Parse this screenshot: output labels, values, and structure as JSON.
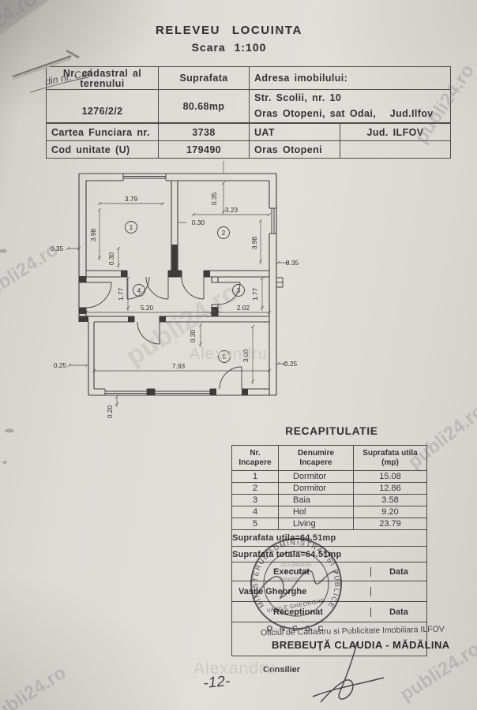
{
  "watermarks": {
    "site": "publi24.ro",
    "name": "Alexandru"
  },
  "header": {
    "title": "RELEVEU LOCUINTA",
    "scale": "Scara 1:100"
  },
  "info_table": {
    "nr_cadastral_label_l1": "Nr. cadastral al",
    "nr_cadastral_label_l2": "terenului",
    "nr_cadastral_handwriting": "din nr. Cad",
    "nr_cadastral_value": "1276/2/2",
    "suprafata_label": "Suprafata",
    "suprafata_value": "80.68mp",
    "adresa_label": "Adresa imobilului:",
    "adresa_line1": "Str. Scolii, nr. 10",
    "adresa_line2": "Oras Otopeni, sat Odai,   Jud.Ilfov",
    "cartea_funciara_label": "Cartea Funciara nr.",
    "cartea_funciara_value": "3738",
    "uat_label": "UAT",
    "uat_value": "Jud. ILFOV",
    "cod_unitate_label": "Cod unitate (U)",
    "cod_unitate_value": "179490",
    "oras_value": "Oras Otopeni"
  },
  "floor_plan": {
    "room_labels": [
      "1",
      "2",
      "3",
      "4",
      "5"
    ],
    "dims": {
      "room1_w": "3.79",
      "room1_h": "3.98",
      "room1_inner": "0.30",
      "top_wall": "0.35",
      "room2_gap": "0.30",
      "room2_w": "3.23",
      "room2_h": "3.98",
      "left_wall": "0.35",
      "right_wall": "0.35",
      "hol_w": "5.20",
      "hol_h": "1.77",
      "baia_w": "2.02",
      "baia_h": "1.77",
      "living_gap": "0.30",
      "living_w": "7.93",
      "living_h": "3.00",
      "left_wall2": "0.25",
      "right_wall2": "0.25",
      "bottom_wall": "0.20"
    }
  },
  "recap": {
    "title": "RECAPITULATIE",
    "headers": [
      [
        "Nr.",
        "Incapere"
      ],
      [
        "Denumire",
        "Incapere"
      ],
      [
        "Suprafata utila",
        "(mp)"
      ]
    ],
    "rows": [
      {
        "nr": "1",
        "den": "Dormitor",
        "sup": "15.08"
      },
      {
        "nr": "2",
        "den": "Dormitor",
        "sup": "12.86"
      },
      {
        "nr": "3",
        "den": "Baia",
        "sup": "3.58"
      },
      {
        "nr": "4",
        "den": "Hol",
        "sup": "9.20"
      },
      {
        "nr": "5",
        "den": "Living",
        "sup": "23.79"
      }
    ],
    "total_utila": "Suprafata utila=64.51mp",
    "total_totala": "Suprafata totala=64.51mp",
    "executat_label": "Executat",
    "data_label": "Data",
    "executat_name": "Vasile Gheorghe",
    "receptionat_label": "Receptionat",
    "office_line": "Oficiul de Cadastru si Publicitate Imobiliara ILFOV",
    "receptionat_name": "BREBEUŢĂ CLAUDIA - MĂDĂLINA",
    "consilier_label": "Consilier"
  },
  "stamp": {
    "ring_text": "MINISTERUL ADMINISTRATIEI PUBLICE",
    "bottom_text": "O N C G C",
    "line1": "AUTORIZATIE",
    "line2": "B. Nr. 2913",
    "line3": "Categoria",
    "name": "VASILE GHEORGHE"
  },
  "page_number": "-12-"
}
